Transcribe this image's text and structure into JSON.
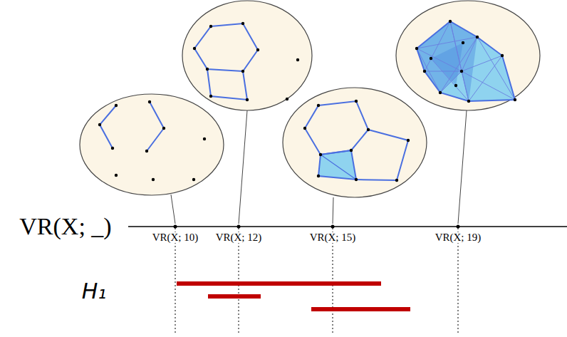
{
  "diagram": {
    "labels": [
      "VR(X; _)",
      "VR(X; 10)",
      "VR(X; 12)",
      "VR(X; 15)",
      "VR(X; 19)",
      "H₁"
    ]
  }
}
